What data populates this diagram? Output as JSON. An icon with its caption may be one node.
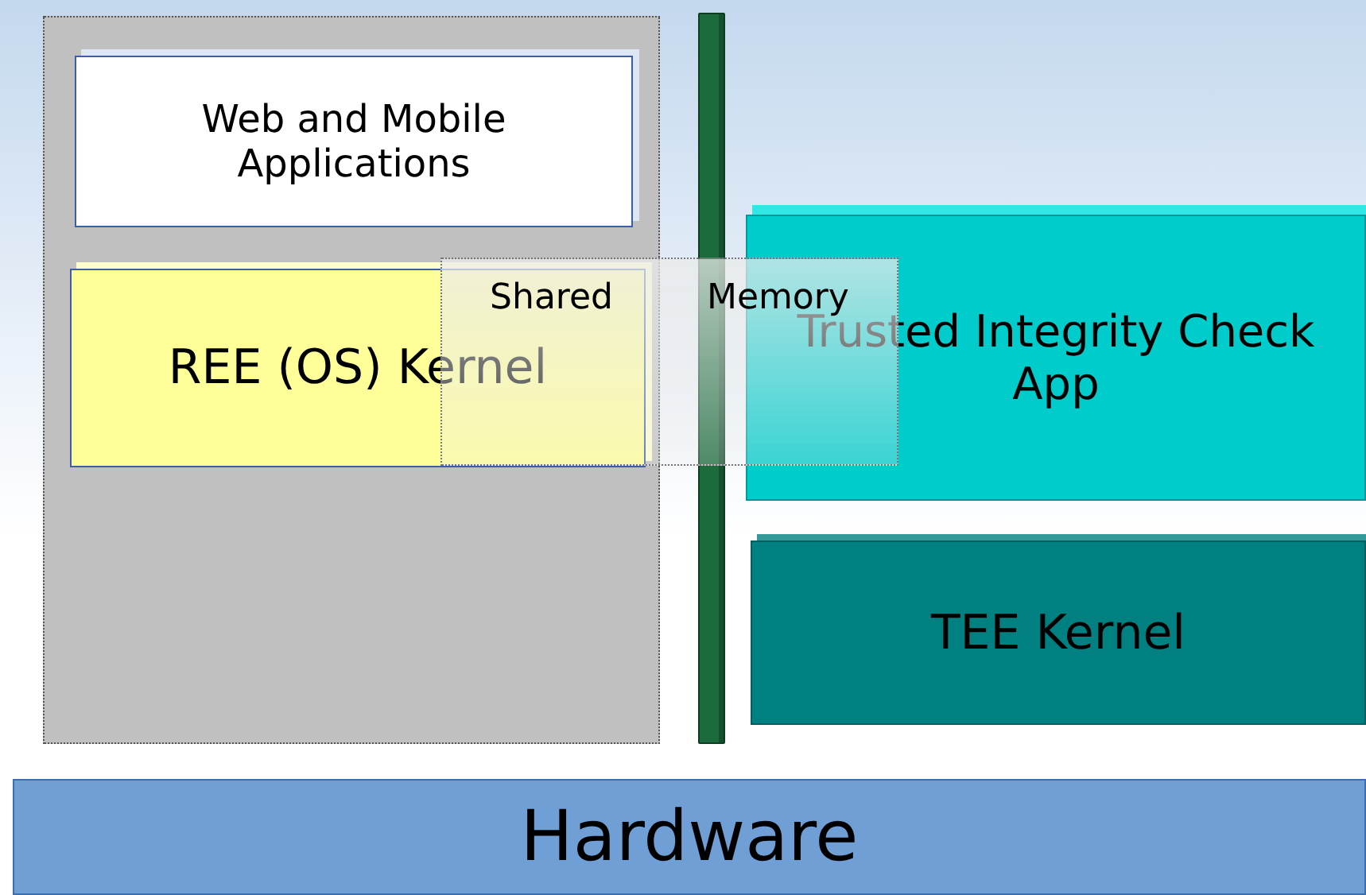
{
  "diagram": {
    "nodes": [
      {
        "text": [],
        "shape": "box"
      },
      {
        "text": [
          "Web and Mobile Applications"
        ],
        "in": 0
      },
      {
        "text": [
          "REE (OS) Kernel"
        ],
        "in": 0
      },
      {
        "text": [
          "Shared Memory"
        ]
      },
      {
        "text": [],
        "shape": "bar"
      },
      {
        "text": [
          "Trusted Integrity Check App"
        ]
      },
      {
        "text": [
          "TEE Kernel"
        ]
      },
      {
        "text": [
          "Hardware"
        ]
      }
    ],
    "edges": []
  }
}
